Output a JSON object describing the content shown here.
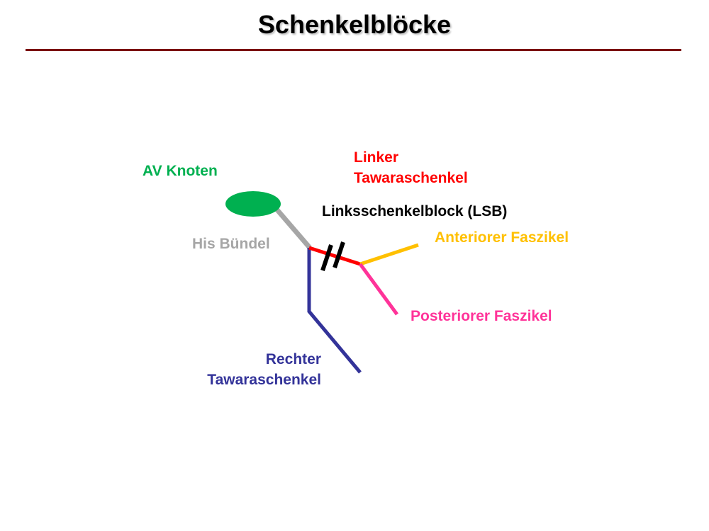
{
  "title": "Schenkelblöcke",
  "colors": {
    "title_rule": "#7a0f0f",
    "av_node": "#00b050",
    "his_bundle": "#a6a6a6",
    "left_bundle": "#ff0000",
    "right_bundle": "#333399",
    "anterior": "#ffc000",
    "posterior": "#ff3399",
    "block_marker": "#000000"
  },
  "labels": {
    "av_node": "AV Knoten",
    "his_bundle": "His Bündel",
    "left_bundle_line1": "Linker",
    "left_bundle_line2": "Tawaraschenkel",
    "block": "Linksschenkelblock (LSB)",
    "anterior": "Anteriorer Faszikel",
    "posterior": "Posteriorer Faszikel",
    "right_bundle_line1": "Rechter",
    "right_bundle_line2": "Tawaraschenkel"
  }
}
